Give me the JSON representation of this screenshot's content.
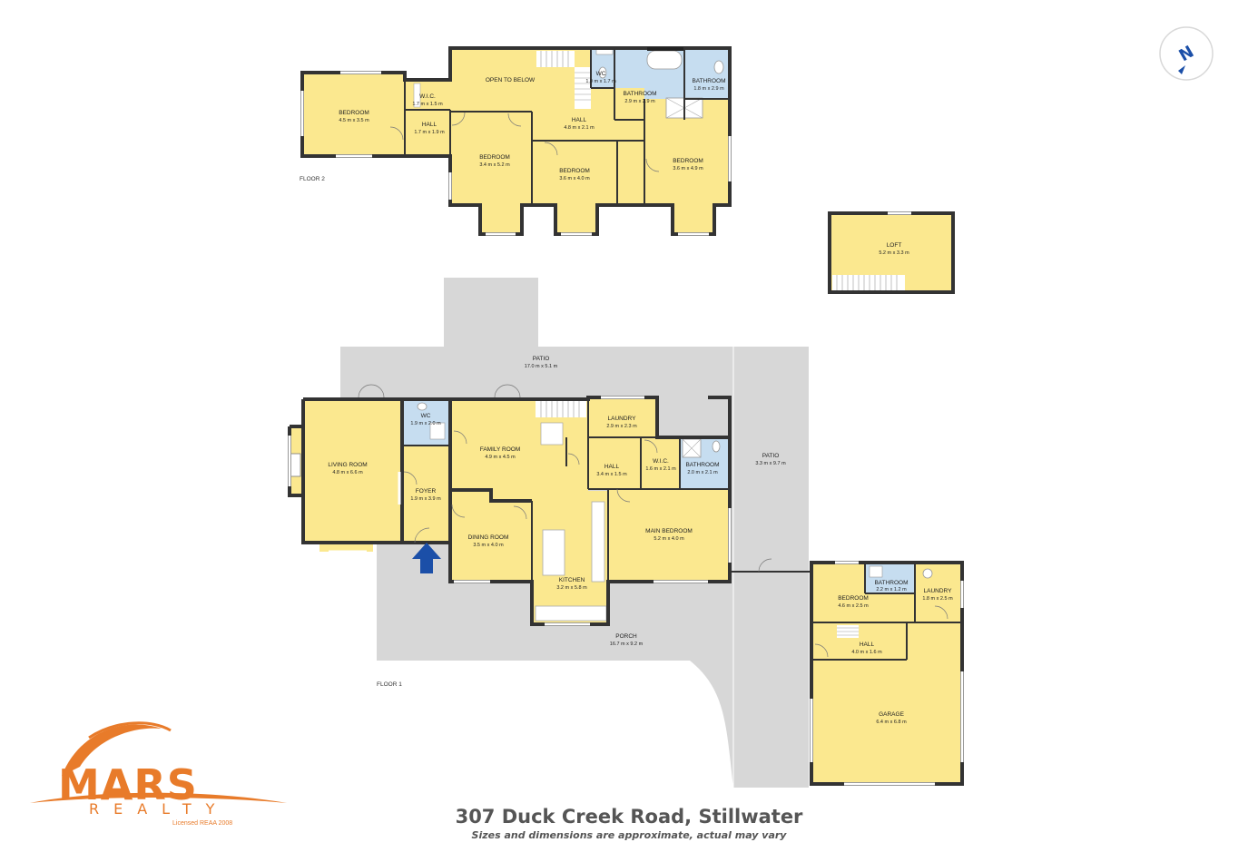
{
  "floors": {
    "floor2": "FLOOR 2",
    "floor1": "FLOOR 1"
  },
  "rooms": {
    "f2_bedroom_a": {
      "name": "BEDROOM",
      "dim": "4.5 m x 3.5 m"
    },
    "f2_wic": {
      "name": "W.I.C.",
      "dim": "1.7 m x 1.5 m"
    },
    "f2_hall_a": {
      "name": "HALL",
      "dim": "1.7 m x 1.9 m"
    },
    "f2_open": {
      "name": "OPEN TO BELOW",
      "dim": ""
    },
    "f2_wc": {
      "name": "WC",
      "dim": "1.0 m x 1.7 m"
    },
    "f2_bath_a": {
      "name": "BATHROOM",
      "dim": "2.9 m x 2.9 m"
    },
    "f2_bath_b": {
      "name": "BATHROOM",
      "dim": "1.8 m x 2.9 m"
    },
    "f2_hall_b": {
      "name": "HALL",
      "dim": "4.8 m x 2.1 m"
    },
    "f2_bedroom_b": {
      "name": "BEDROOM",
      "dim": "3.4 m x 5.2 m"
    },
    "f2_bedroom_c": {
      "name": "BEDROOM",
      "dim": "3.6 m x 4.0 m"
    },
    "f2_bedroom_d": {
      "name": "BEDROOM",
      "dim": "3.6 m x 4.9 m"
    },
    "loft": {
      "name": "LOFT",
      "dim": "5.2 m x 3.3 m"
    },
    "patio_main": {
      "name": "PATIO",
      "dim": "17.0 m x 5.1 m"
    },
    "patio_side": {
      "name": "PATIO",
      "dim": "3.3 m x 9.7 m"
    },
    "wc": {
      "name": "WC",
      "dim": "1.9 m x 2.0 m"
    },
    "living": {
      "name": "LIVING ROOM",
      "dim": "4.8 m x 6.6 m"
    },
    "foyer": {
      "name": "FOYER",
      "dim": "1.9 m x 3.9 m"
    },
    "family": {
      "name": "FAMILY ROOM",
      "dim": "4.9 m x 4.5 m"
    },
    "laundry_a": {
      "name": "LAUNDRY",
      "dim": "2.9 m x 2.3 m"
    },
    "hall_a": {
      "name": "HALL",
      "dim": "3.4 m x 1.5 m"
    },
    "wic": {
      "name": "W.I.C.",
      "dim": "1.6 m x 2.1 m"
    },
    "bath_main": {
      "name": "BATHROOM",
      "dim": "2.0 m x 2.1 m"
    },
    "dining": {
      "name": "DINING ROOM",
      "dim": "3.5 m x 4.0 m"
    },
    "main_bed": {
      "name": "MAIN BEDROOM",
      "dim": "5.2 m x 4.0 m"
    },
    "kitchen": {
      "name": "KITCHEN",
      "dim": "3.2 m x 5.8 m"
    },
    "porch": {
      "name": "PORCH",
      "dim": "16.7 m x 9.2 m"
    },
    "bath_g": {
      "name": "BATHROOM",
      "dim": "2.2 m x 1.2 m"
    },
    "bed_g": {
      "name": "BEDROOM",
      "dim": "4.6 m x 2.5 m"
    },
    "laundry_g": {
      "name": "LAUNDRY",
      "dim": "1.8 m x 2.5 m"
    },
    "hall_g": {
      "name": "HALL",
      "dim": "4.0 m x 1.6 m"
    },
    "garage": {
      "name": "GARAGE",
      "dim": "6.4 m x 6.8 m"
    }
  },
  "address": "307 Duck Creek Road, Stillwater",
  "subtitle": "Sizes and dimensions are approximate, actual may vary",
  "logo": {
    "name": "MARS",
    "sub": "REALTY",
    "licence": "Licensed REAA 2008"
  },
  "compass": {
    "letter": "N"
  },
  "colors": {
    "room": "#fbe88f",
    "wet": "#c6ddf0",
    "outdoor": "#d7d7d7",
    "wall": "#333333",
    "brand": "#e87b2a",
    "entry_arrow": "#1b4fa8"
  }
}
